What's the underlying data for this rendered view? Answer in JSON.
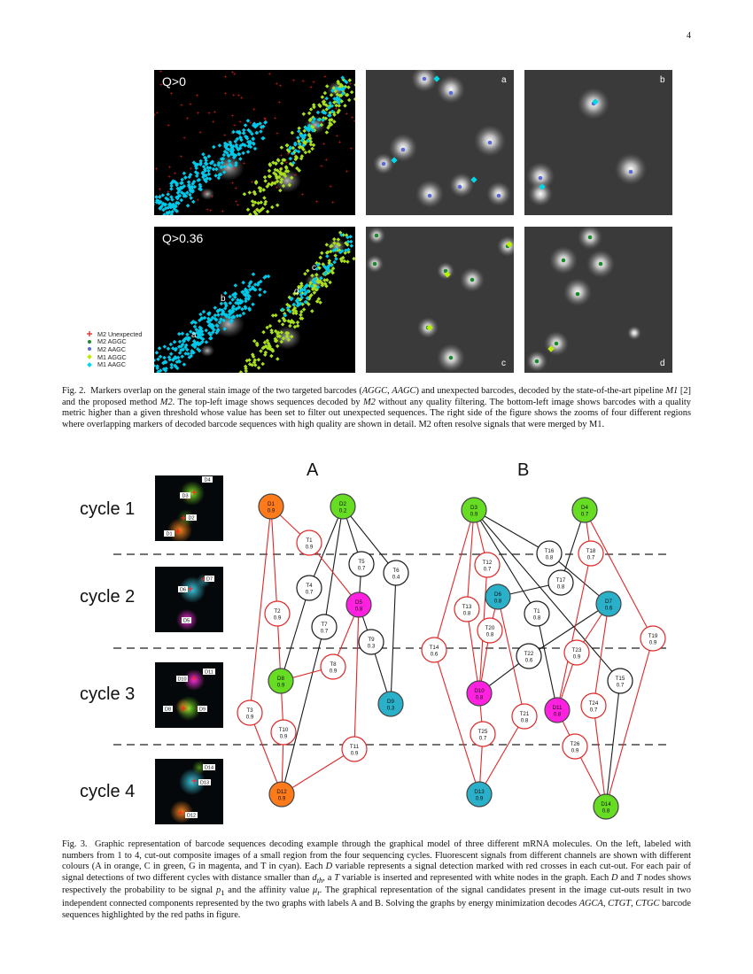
{
  "page_number": "4",
  "fig2": {
    "panel_labels": {
      "top": "Q>0",
      "bottom": "Q>0.36"
    },
    "zoom_labels": [
      "a",
      "b",
      "c",
      "d"
    ],
    "region_labels": [
      "a",
      "b",
      "c",
      "d"
    ],
    "legend": [
      {
        "label": "M2 Unexpected",
        "color": "#e02020",
        "shape": "plus"
      },
      {
        "label": "M2 AGGC",
        "color": "#1a8a2a",
        "shape": "dot"
      },
      {
        "label": "M2 AAGC",
        "color": "#5a6ad8",
        "shape": "dot"
      },
      {
        "label": "M1 AGGC",
        "color": "#b8f000",
        "shape": "diamond"
      },
      {
        "label": "M1 AAGC",
        "color": "#00d8e8",
        "shape": "diamond"
      }
    ],
    "caption": {
      "fig": "Fig. 2.",
      "p1": "Markers overlap on the general stain image of the two targeted barcodes (",
      "bc1": "AGGC",
      "p2": ", ",
      "bc2": "AAGC",
      "p3": ") and unexpected barcodes, decoded by the state-of-the-art pipeline ",
      "m1": "M1",
      "p4": " [2] and the proposed method ",
      "m2": "M2",
      "p5": ". The top-left image shows sequences decoded by ",
      "m2b": "M2",
      "p6": " without any quality filtering. The bottom-left image shows barcodes with a quality metric higher than a given threshold whose value has been set to filter out unexpected sequences. The right side of the figure shows the zooms of four different regions where overlapping markers of decoded barcode sequences with high quality are shown in detail. M2 often resolve signals that were merged by M1."
    }
  },
  "fig3": {
    "cycles": [
      "cycle 1",
      "cycle 2",
      "cycle 3",
      "cycle 4"
    ],
    "graph_titles": [
      "A",
      "B"
    ],
    "cutout_labels": [
      [
        "D4",
        "D3",
        "D2",
        "D1"
      ],
      [
        "D7",
        "D6",
        "D5"
      ],
      [
        "D10",
        "D11",
        "D8",
        "D9"
      ],
      [
        "D14",
        "D13",
        "D12"
      ]
    ],
    "caption": {
      "fig": "Fig. 3.",
      "p1": "Graphic representation of barcode sequences decoding example through the graphical model of three different mRNA molecules. On the left, labeled with numbers from 1 to 4, cut-out composite images of a small region from the four sequencing cycles. Fluorescent signals from different channels are shown with different colours (A in orange, C in green, G in magenta, and T in cyan). Each ",
      "D1": "D",
      "p2": " variable represents a signal detection marked with red crosses in each cut-out. For each pair of signal detections of two different cycles with distance smaller than ",
      "dth": "d",
      "dth_sub": "th",
      "p3": ", a ",
      "T1": "T",
      "p4": " variable is inserted and represented with white nodes in the graph. Each ",
      "D2": "D",
      "p5": " and ",
      "T2": "T",
      "p6": " nodes shows respectively the probability to be signal ",
      "ps": "p",
      "ps_sub": "1",
      "p7": " and the affinity value ",
      "mu": "μ",
      "mu_sub": "t",
      "p8": ". The graphical representation of the signal candidates present in the image cut-outs result in two independent connected components represented by the two graphs with labels A and B. Solving the graphs by energy minimization decodes ",
      "s1": "AGCA",
      "p9": ", ",
      "s2": "CTGT",
      "p10": ", ",
      "s3": "CTGC",
      "p11": " barcode sequences highlighted by the red paths in figure."
    },
    "nodes": [
      {
        "id": "D1",
        "label": "D1",
        "value": "0.9",
        "kind": "D",
        "color": "#ff7a1a"
      },
      {
        "id": "D2",
        "label": "D2",
        "value": "0.2",
        "kind": "D",
        "color": "#66dd22"
      },
      {
        "id": "T1",
        "label": "T1",
        "value": "0.9",
        "kind": "T"
      },
      {
        "id": "T5",
        "label": "T5",
        "value": "0.7",
        "kind": "T"
      },
      {
        "id": "T6",
        "label": "T6",
        "value": "0.4",
        "kind": "T"
      },
      {
        "id": "T4",
        "label": "T4",
        "value": "0.7",
        "kind": "T"
      },
      {
        "id": "D5",
        "label": "D5",
        "value": "0.8",
        "kind": "D",
        "color": "#ff20e0"
      },
      {
        "id": "T2",
        "label": "T2",
        "value": "0.9",
        "kind": "T"
      },
      {
        "id": "T7",
        "label": "T7",
        "value": "0.7",
        "kind": "T"
      },
      {
        "id": "T9",
        "label": "T9",
        "value": "0.3",
        "kind": "T"
      },
      {
        "id": "T8",
        "label": "T8",
        "value": "0.9",
        "kind": "T"
      },
      {
        "id": "D8",
        "label": "D8",
        "value": "0.9",
        "kind": "D",
        "color": "#66dd22"
      },
      {
        "id": "D9",
        "label": "D9",
        "value": "0.3",
        "kind": "D",
        "color": "#2ab0c8"
      },
      {
        "id": "T3",
        "label": "T3",
        "value": "0.9",
        "kind": "T"
      },
      {
        "id": "T10",
        "label": "T10",
        "value": "0.9",
        "kind": "T"
      },
      {
        "id": "T11",
        "label": "T11",
        "value": "0.9",
        "kind": "T"
      },
      {
        "id": "D12",
        "label": "D12",
        "value": "0.9",
        "kind": "D",
        "color": "#ff7a1a"
      },
      {
        "id": "D3",
        "label": "D3",
        "value": "0.9",
        "kind": "D",
        "color": "#66dd22"
      },
      {
        "id": "D4",
        "label": "D4",
        "value": "0.7",
        "kind": "D",
        "color": "#66dd22"
      },
      {
        "id": "T16",
        "label": "T16",
        "value": "0.8",
        "kind": "T"
      },
      {
        "id": "T18",
        "label": "T18",
        "value": "0.7",
        "kind": "T"
      },
      {
        "id": "T12",
        "label": "T12",
        "value": "0.7",
        "kind": "T"
      },
      {
        "id": "T17",
        "label": "T17",
        "value": "0.8",
        "kind": "T"
      },
      {
        "id": "D6",
        "label": "D6",
        "value": "0.8",
        "kind": "D",
        "color": "#2ab0c8"
      },
      {
        "id": "D7",
        "label": "D7",
        "value": "0.6",
        "kind": "D",
        "color": "#2ab0c8"
      },
      {
        "id": "T13",
        "label": "T13",
        "value": "0.8",
        "kind": "T"
      },
      {
        "id": "T1b",
        "label": "T1",
        "value": "0.8",
        "kind": "T"
      },
      {
        "id": "T20",
        "label": "T20",
        "value": "0.8",
        "kind": "T"
      },
      {
        "id": "T19",
        "label": "T19",
        "value": "0.9",
        "kind": "T"
      },
      {
        "id": "T14",
        "label": "T14",
        "value": "0.6",
        "kind": "T"
      },
      {
        "id": "T22",
        "label": "T22",
        "value": "0.6",
        "kind": "T"
      },
      {
        "id": "T23",
        "label": "T23",
        "value": "0.9",
        "kind": "T"
      },
      {
        "id": "D10",
        "label": "D10",
        "value": "0.8",
        "kind": "D",
        "color": "#ff20e0"
      },
      {
        "id": "D11",
        "label": "D11",
        "value": "0.8",
        "kind": "D",
        "color": "#ff20e0"
      },
      {
        "id": "T15",
        "label": "T15",
        "value": "0.7",
        "kind": "T"
      },
      {
        "id": "T24",
        "label": "T24",
        "value": "0.7",
        "kind": "T"
      },
      {
        "id": "T21",
        "label": "T21",
        "value": "0.8",
        "kind": "T"
      },
      {
        "id": "T25",
        "label": "T25",
        "value": "0.7",
        "kind": "T"
      },
      {
        "id": "T26",
        "label": "T26",
        "value": "0.9",
        "kind": "T"
      },
      {
        "id": "D13",
        "label": "D13",
        "value": "0.9",
        "kind": "D",
        "color": "#2ab0c8"
      },
      {
        "id": "D14",
        "label": "D14",
        "value": "0.8",
        "kind": "D",
        "color": "#66dd22"
      }
    ],
    "edges_red": [
      [
        "D1",
        "T1"
      ],
      [
        "T1",
        "D5"
      ],
      [
        "D1",
        "T2"
      ],
      [
        "T2",
        "D8"
      ],
      [
        "D1",
        "T3"
      ],
      [
        "T3",
        "D12"
      ],
      [
        "D5",
        "T8"
      ],
      [
        "T8",
        "D8"
      ],
      [
        "D5",
        "T11"
      ],
      [
        "T11",
        "D12"
      ],
      [
        "D8",
        "T10"
      ],
      [
        "T10",
        "D12"
      ],
      [
        "D3",
        "T12"
      ],
      [
        "T12",
        "D10"
      ],
      [
        "D3",
        "T13"
      ],
      [
        "T13",
        "D10"
      ],
      [
        "D3",
        "T14"
      ],
      [
        "T14",
        "D13"
      ],
      [
        "D10",
        "T25"
      ],
      [
        "T25",
        "D13"
      ],
      [
        "D6",
        "T20"
      ],
      [
        "T20",
        "D10"
      ],
      [
        "D6",
        "T21"
      ],
      [
        "T21",
        "D13"
      ],
      [
        "D4",
        "T18"
      ],
      [
        "T18",
        "D11"
      ],
      [
        "D4",
        "T19"
      ],
      [
        "T19",
        "D14"
      ],
      [
        "D11",
        "T26"
      ],
      [
        "T26",
        "D14"
      ],
      [
        "D7",
        "T23"
      ],
      [
        "T23",
        "D11"
      ],
      [
        "D7",
        "T24"
      ],
      [
        "T24",
        "D14"
      ]
    ],
    "edges_black": [
      [
        "D2",
        "T4"
      ],
      [
        "T4",
        "D8"
      ],
      [
        "D2",
        "T5"
      ],
      [
        "T5",
        "D5"
      ],
      [
        "D2",
        "T6"
      ],
      [
        "T6",
        "D9"
      ],
      [
        "D2",
        "T7"
      ],
      [
        "T7",
        "D12"
      ],
      [
        "D5",
        "T9"
      ],
      [
        "T9",
        "D9"
      ],
      [
        "D3",
        "T16"
      ],
      [
        "T16",
        "D7"
      ],
      [
        "D3",
        "T1b"
      ],
      [
        "T1b",
        "D11"
      ],
      [
        "D3",
        "T15"
      ],
      [
        "T15",
        "D14"
      ],
      [
        "D4",
        "T17"
      ],
      [
        "T17",
        "D6"
      ],
      [
        "D7",
        "T22"
      ],
      [
        "T22",
        "D10"
      ]
    ]
  }
}
